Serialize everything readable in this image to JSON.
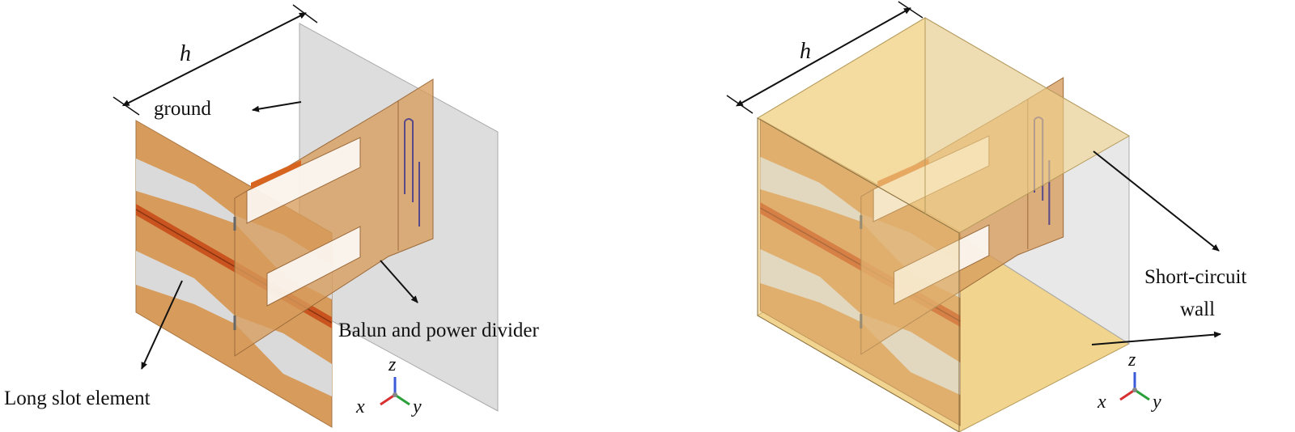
{
  "left_figure": {
    "dimension_label": "h",
    "labels": {
      "ground": "ground",
      "balun": "Balun and power divider",
      "slot": "Long slot element"
    },
    "axes": {
      "z": "z",
      "x": "x",
      "y": "y"
    }
  },
  "right_figure": {
    "dimension_label": "h",
    "labels": {
      "wall_line1": "Short-circuit",
      "wall_line2": "wall"
    },
    "axes": {
      "z": "z",
      "x": "x",
      "y": "y"
    }
  },
  "colors": {
    "substrate": "#d79c5c",
    "slot": "#dadada",
    "strip": "#c9541f",
    "ground": "#d9d9d9",
    "cavity": "#f1d58f"
  }
}
